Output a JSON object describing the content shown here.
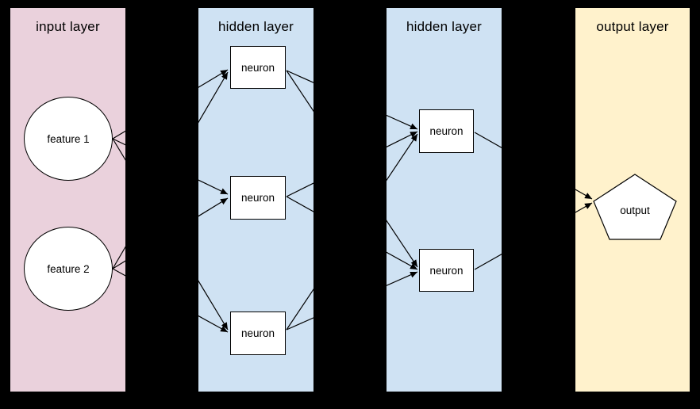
{
  "diagram": {
    "type": "neural-network-layer-diagram",
    "background_color": "#000000",
    "layers": [
      {
        "id": "input",
        "label": "input layer",
        "color": "#ead1dc"
      },
      {
        "id": "hidden1",
        "label": "hidden layer",
        "color": "#cfe2f3"
      },
      {
        "id": "hidden2",
        "label": "hidden layer",
        "color": "#cfe2f3"
      },
      {
        "id": "output",
        "label": "output layer",
        "color": "#fff2cc"
      }
    ],
    "nodes": [
      {
        "id": "feature1",
        "label": "feature 1",
        "shape": "ellipse",
        "layer": "input",
        "fill": "#ffffff"
      },
      {
        "id": "feature2",
        "label": "feature 2",
        "shape": "ellipse",
        "layer": "input",
        "fill": "#ffffff"
      },
      {
        "id": "h1-neuron1",
        "label": "neuron",
        "shape": "rect",
        "layer": "hidden1",
        "fill": "#ffffff"
      },
      {
        "id": "h1-neuron2",
        "label": "neuron",
        "shape": "rect",
        "layer": "hidden1",
        "fill": "#ffffff"
      },
      {
        "id": "h1-neuron3",
        "label": "neuron",
        "shape": "rect",
        "layer": "hidden1",
        "fill": "#ffffff"
      },
      {
        "id": "h2-neuron1",
        "label": "neuron",
        "shape": "rect",
        "layer": "hidden2",
        "fill": "#ffffff"
      },
      {
        "id": "h2-neuron2",
        "label": "neuron",
        "shape": "rect",
        "layer": "hidden2",
        "fill": "#ffffff"
      },
      {
        "id": "output",
        "label": "output",
        "shape": "pentagon",
        "layer": "output",
        "fill": "#ffffff"
      }
    ],
    "edges": [
      {
        "from": "feature1",
        "to": "h1-neuron1"
      },
      {
        "from": "feature1",
        "to": "h1-neuron2"
      },
      {
        "from": "feature1",
        "to": "h1-neuron3"
      },
      {
        "from": "feature2",
        "to": "h1-neuron1"
      },
      {
        "from": "feature2",
        "to": "h1-neuron2"
      },
      {
        "from": "feature2",
        "to": "h1-neuron3"
      },
      {
        "from": "h1-neuron1",
        "to": "h2-neuron1"
      },
      {
        "from": "h1-neuron1",
        "to": "h2-neuron2"
      },
      {
        "from": "h1-neuron2",
        "to": "h2-neuron1"
      },
      {
        "from": "h1-neuron2",
        "to": "h2-neuron2"
      },
      {
        "from": "h1-neuron3",
        "to": "h2-neuron1"
      },
      {
        "from": "h1-neuron3",
        "to": "h2-neuron2"
      },
      {
        "from": "h2-neuron1",
        "to": "output"
      },
      {
        "from": "h2-neuron2",
        "to": "output"
      }
    ],
    "edge_color": "#000000"
  }
}
